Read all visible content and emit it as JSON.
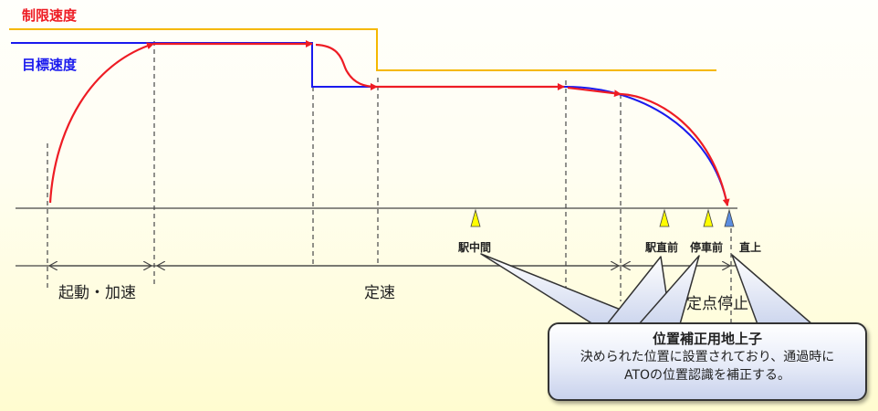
{
  "legend": {
    "speed_limit": "制限速度",
    "target_speed": "目標速度"
  },
  "phases": [
    {
      "label": "起動・加速"
    },
    {
      "label": "定速"
    },
    {
      "label": "定点停止"
    }
  ],
  "beacons": [
    {
      "label": "駅中間",
      "color": "#ffff00"
    },
    {
      "label": "駅直前",
      "color": "#ffff00"
    },
    {
      "label": "停車前",
      "color": "#ffff00"
    },
    {
      "label": "直上",
      "color": "#5b8de0"
    }
  ],
  "callout": {
    "title": "位置補正用地上子",
    "line1": "決められた位置に設置されており、通過時に",
    "line2": "ATOの位置認識を補正する。"
  },
  "colors": {
    "speed_limit": "#f5b800",
    "target_speed": "#1a1aee",
    "actual_speed": "#ee1c24",
    "beacon_yellow": "#ffff00",
    "beacon_blue": "#5b8de0"
  }
}
